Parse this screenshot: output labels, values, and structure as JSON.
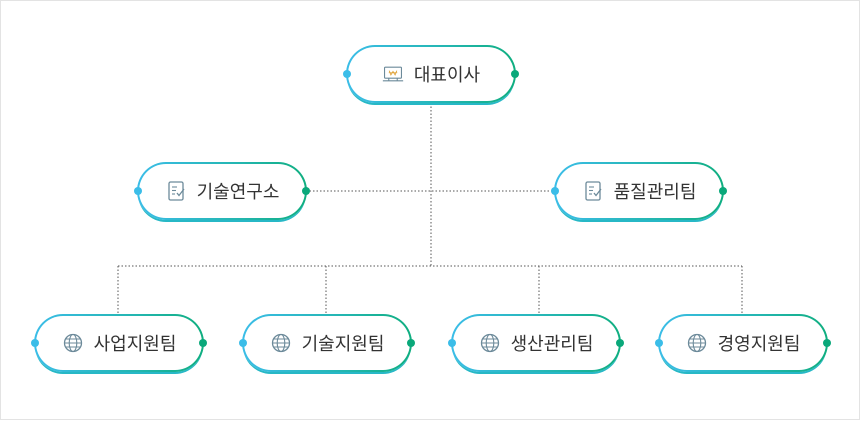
{
  "root": {
    "label": "대표이사",
    "icon": "monitor-won-icon"
  },
  "level1": [
    {
      "label": "기술연구소",
      "icon": "checklist-icon"
    },
    {
      "label": "품질관리팀",
      "icon": "checklist-icon"
    }
  ],
  "level2": [
    {
      "label": "사업지원팀",
      "icon": "globe-icon"
    },
    {
      "label": "기술지원팀",
      "icon": "globe-icon"
    },
    {
      "label": "생산관리팀",
      "icon": "globe-icon"
    },
    {
      "label": "경영지원팀",
      "icon": "globe-icon"
    }
  ],
  "colors": {
    "border_start": "#3bbde8",
    "border_end": "#0fae7f",
    "connector": "#555555"
  }
}
